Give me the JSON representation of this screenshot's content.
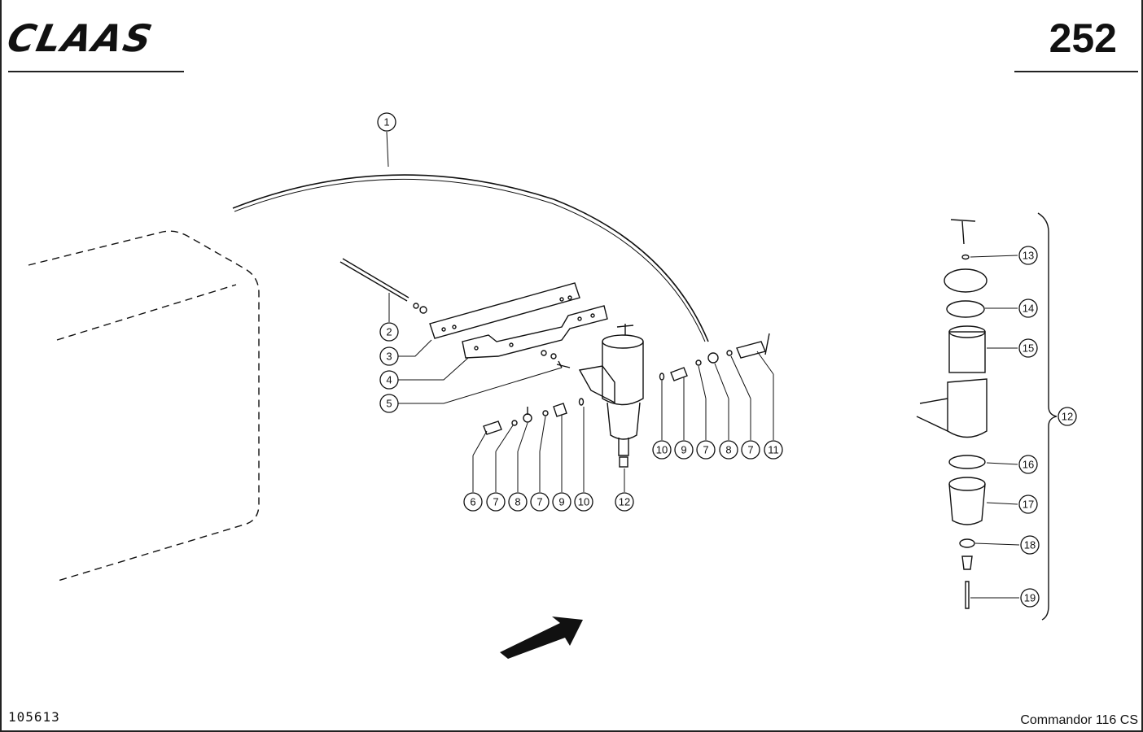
{
  "header": {
    "brand": "CLAAS",
    "page_number": "252"
  },
  "footer": {
    "drawing_number": "105613",
    "model": "Commandor 116 CS"
  },
  "callouts": [
    {
      "id": "c1",
      "label": "1"
    },
    {
      "id": "c2",
      "label": "2"
    },
    {
      "id": "c3",
      "label": "3"
    },
    {
      "id": "c4",
      "label": "4"
    },
    {
      "id": "c5",
      "label": "5"
    },
    {
      "id": "cl6",
      "label": "6"
    },
    {
      "id": "cl7a",
      "label": "7"
    },
    {
      "id": "cl8",
      "label": "8"
    },
    {
      "id": "cl7b",
      "label": "7"
    },
    {
      "id": "cl9",
      "label": "9"
    },
    {
      "id": "cl10",
      "label": "10"
    },
    {
      "id": "cl12",
      "label": "12"
    },
    {
      "id": "cr10",
      "label": "10"
    },
    {
      "id": "cr9",
      "label": "9"
    },
    {
      "id": "cr7a",
      "label": "7"
    },
    {
      "id": "cr8",
      "label": "8"
    },
    {
      "id": "cr7b",
      "label": "7"
    },
    {
      "id": "cr11",
      "label": "11"
    },
    {
      "id": "e13",
      "label": "13"
    },
    {
      "id": "e14",
      "label": "14"
    },
    {
      "id": "e15",
      "label": "15"
    },
    {
      "id": "e12",
      "label": "12"
    },
    {
      "id": "e16",
      "label": "16"
    },
    {
      "id": "e17",
      "label": "17"
    },
    {
      "id": "e18",
      "label": "18"
    },
    {
      "id": "e19",
      "label": "19"
    }
  ]
}
